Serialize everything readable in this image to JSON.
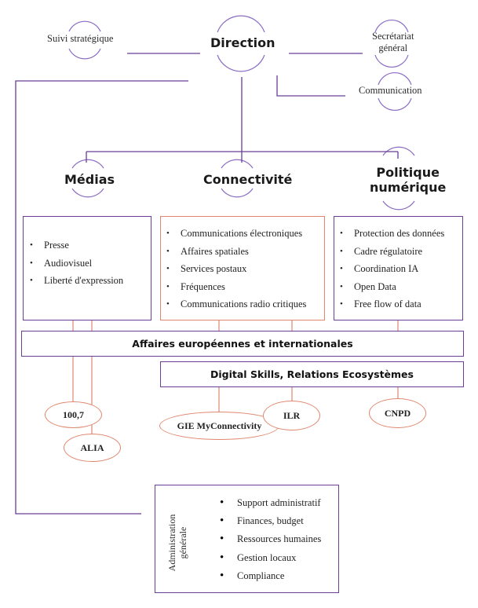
{
  "direction": "Direction",
  "suivi": "Suivi stratégique",
  "secretariat": [
    "Secrétariat",
    "général"
  ],
  "communication": "Communication",
  "departments": {
    "medias": {
      "title": [
        "Médias"
      ],
      "items": [
        "Presse",
        "Audiovisuel",
        "Liberté d'expression"
      ]
    },
    "connectivite": {
      "title": [
        "Connectivité"
      ],
      "items": [
        "Communications électroniques",
        "Affaires spatiales",
        "Services postaux",
        "Fréquences",
        "Communications radio critiques"
      ]
    },
    "politique": {
      "title": [
        "Politique",
        "numérique"
      ],
      "items": [
        "Protection des données",
        "Cadre régulatoire",
        "Coordination IA",
        "Open Data",
        "Free flow of data"
      ]
    }
  },
  "bars": {
    "affaires": "Affaires européennes et internationales",
    "digital": "Digital Skills, Relations Ecosystèmes"
  },
  "entities": {
    "radio": "100,7",
    "alia": "ALIA",
    "gie": "GIE MyConnectivity",
    "ilr": "ILR",
    "cnpd": "CNPD"
  },
  "admin": {
    "title": [
      "Administration",
      "générale"
    ],
    "items": [
      "Support administratif",
      "Finances, budget",
      "Ressources humaines",
      "Gestion locaux",
      "Compliance"
    ]
  },
  "colors": {
    "purple": "#6a3d97",
    "orange": "#e0866e"
  }
}
